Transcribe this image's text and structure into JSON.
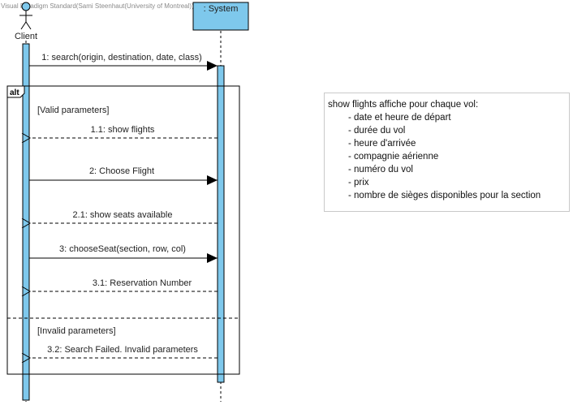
{
  "watermark": "Visual Paradigm Standard(Sami Steenhaut(University of Montreal))",
  "lifelines": {
    "actor": "Client",
    "system": ": System"
  },
  "fragment": {
    "operator": "alt",
    "guard_valid": "[Valid parameters]",
    "guard_invalid": "[Invalid parameters]"
  },
  "messages": [
    {
      "label": "1: search(origin, destination, date, class)",
      "kind": "call"
    },
    {
      "label": "1.1: show flights",
      "kind": "reply"
    },
    {
      "label": "2: Choose Flight",
      "kind": "call"
    },
    {
      "label": "2.1: show seats available",
      "kind": "reply"
    },
    {
      "label": "3: chooseSeat(section, row, col)",
      "kind": "call"
    },
    {
      "label": "3.1: Reservation Number",
      "kind": "reply"
    },
    {
      "label": "3.2: Search Failed. Invalid parameters",
      "kind": "reply"
    }
  ],
  "note": {
    "title": "show flights affiche pour chaque vol:",
    "items": [
      "- date et heure de départ",
      "- durée du vol",
      "- heure d'arrivée",
      "- compagnie aérienne",
      "- numéro du vol",
      "- prix",
      "- nombre de sièges disponibles pour la section"
    ]
  },
  "colors": {
    "activation_fill": "#7ec8ec",
    "system_box_fill": "#7ec8ec",
    "actor_fill": "#7ec8ec"
  }
}
